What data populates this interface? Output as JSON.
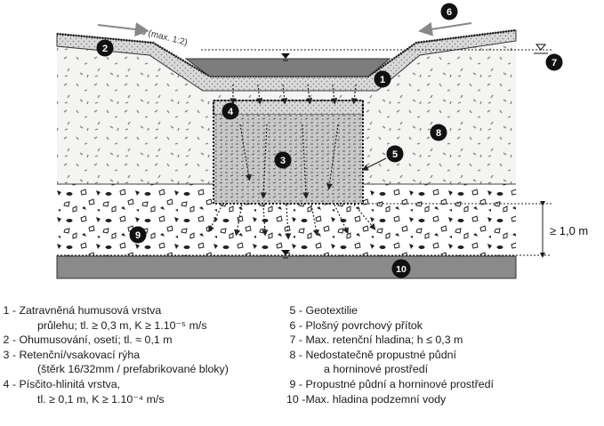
{
  "diagram": {
    "slope_label": "1:3 (max. 1:2)",
    "markers": [
      "1",
      "2",
      "3",
      "4",
      "5",
      "6",
      "7",
      "8",
      "9",
      "10"
    ],
    "depth_label": "≥ 1,0 m"
  },
  "legend_left": [
    {
      "num": "1 -",
      "line1": "Zatravněná humusová vrstva",
      "line2": "průlehu; tl. ≥ 0,3 m, K ≥ 1.10⁻⁵ m/s"
    },
    {
      "num": "2 -",
      "line1": "Ohumusování, osetí; tl. ≈ 0,1 m",
      "line2": ""
    },
    {
      "num": "3 -",
      "line1": "Retenční/vsakovací rýha",
      "line2": "(štěrk 16/32mm / prefabrikované bloky)"
    },
    {
      "num": "4 -",
      "line1": "Písčito-hlinitá vrstva,",
      "line2": "tl. ≥ 0,1 m, K ≥ 1.10⁻⁴ m/s"
    }
  ],
  "legend_right": [
    {
      "num": "5 -",
      "line1": "Geotextilie",
      "line2": ""
    },
    {
      "num": "6 -",
      "line1": "Plošný povrchový přítok",
      "line2": ""
    },
    {
      "num": "7 -",
      "line1": "Max. retenční hladina; h ≤ 0,3 m",
      "line2": ""
    },
    {
      "num": "8 -",
      "line1": "Nedostatečně propustné půdní",
      "line2": "a horninové prostředí"
    },
    {
      "num": "9 -",
      "line1": "Propustné půdní a horninové prostředí",
      "line2": ""
    },
    {
      "num": "10 -",
      "line1": "Max. hladina podzemní vody",
      "line2": ""
    }
  ]
}
